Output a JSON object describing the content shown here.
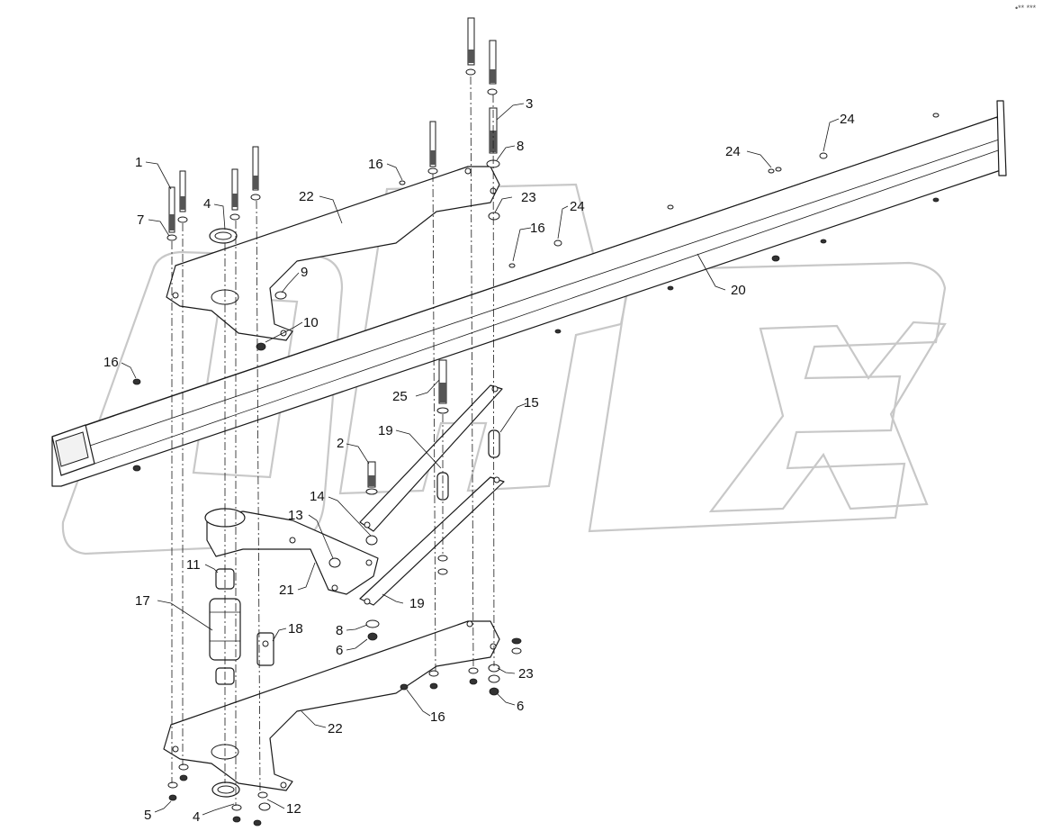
{
  "watermark": {
    "text": "OREX",
    "color": "#c8c8c8"
  },
  "corner_mark": "•** ***",
  "callouts": [
    {
      "id": "c1",
      "text": "1"
    },
    {
      "id": "c2",
      "text": "2"
    },
    {
      "id": "c3",
      "text": "3"
    },
    {
      "id": "c4a",
      "text": "4"
    },
    {
      "id": "c4b",
      "text": "4"
    },
    {
      "id": "c5",
      "text": "5"
    },
    {
      "id": "c6a",
      "text": "6"
    },
    {
      "id": "c6b",
      "text": "6"
    },
    {
      "id": "c7",
      "text": "7"
    },
    {
      "id": "c8a",
      "text": "8"
    },
    {
      "id": "c8b",
      "text": "8"
    },
    {
      "id": "c9",
      "text": "9"
    },
    {
      "id": "c10",
      "text": "10"
    },
    {
      "id": "c11",
      "text": "11"
    },
    {
      "id": "c12",
      "text": "12"
    },
    {
      "id": "c13",
      "text": "13"
    },
    {
      "id": "c14",
      "text": "14"
    },
    {
      "id": "c15",
      "text": "15"
    },
    {
      "id": "c16a",
      "text": "16"
    },
    {
      "id": "c16b",
      "text": "16"
    },
    {
      "id": "c16c",
      "text": "16"
    },
    {
      "id": "c16d",
      "text": "16"
    },
    {
      "id": "c17",
      "text": "17"
    },
    {
      "id": "c18",
      "text": "18"
    },
    {
      "id": "c19a",
      "text": "19"
    },
    {
      "id": "c19b",
      "text": "19"
    },
    {
      "id": "c20",
      "text": "20"
    },
    {
      "id": "c21",
      "text": "21"
    },
    {
      "id": "c22a",
      "text": "22"
    },
    {
      "id": "c22b",
      "text": "22"
    },
    {
      "id": "c23a",
      "text": "23"
    },
    {
      "id": "c23b",
      "text": "23"
    },
    {
      "id": "c24a",
      "text": "24"
    },
    {
      "id": "c24b",
      "text": "24"
    },
    {
      "id": "c24c",
      "text": "24"
    },
    {
      "id": "c25",
      "text": "25"
    }
  ]
}
